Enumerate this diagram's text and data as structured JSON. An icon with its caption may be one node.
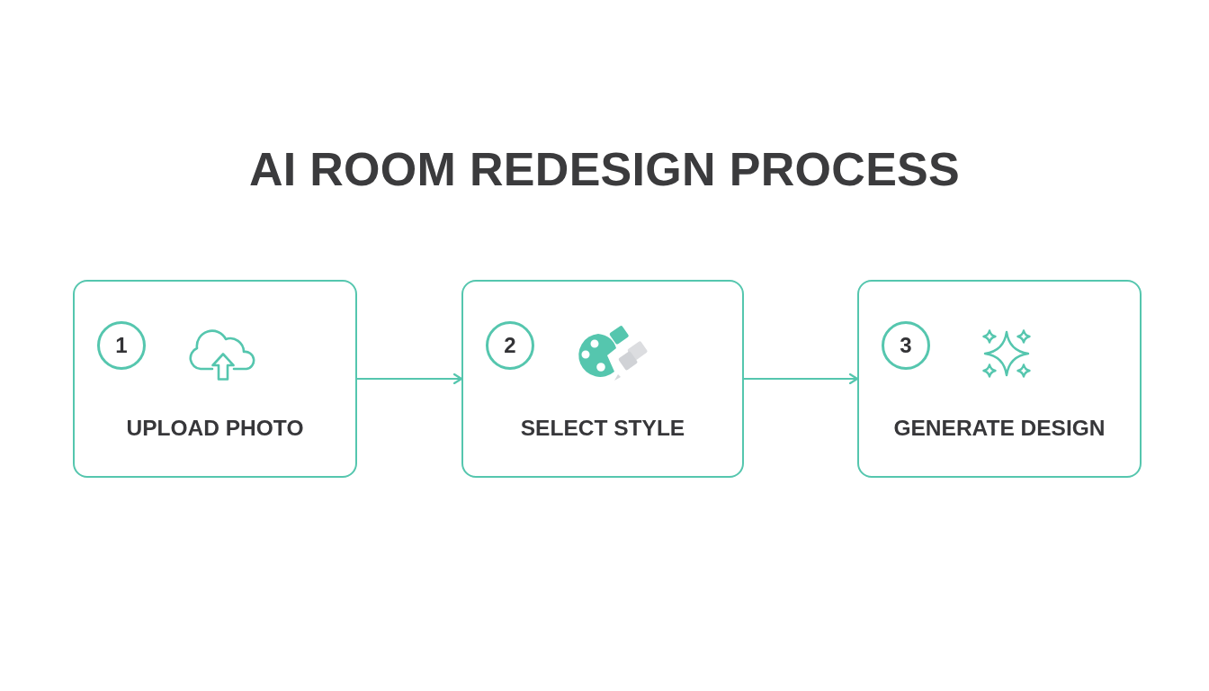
{
  "diagram": {
    "title": "AI ROOM REDESIGN PROCESS",
    "nodes": [
      {
        "text": [
          "UPLOAD PHOTO"
        ]
      },
      {
        "text": [
          "1"
        ],
        "in": 0
      },
      {
        "text": [
          "SELECT STYLE"
        ]
      },
      {
        "text": [
          "2"
        ],
        "in": 2
      },
      {
        "text": [
          "GENERATE DESIGN"
        ]
      },
      {
        "text": [
          "3"
        ],
        "in": 4
      }
    ],
    "edges": [
      {
        "from": 0,
        "to": 2,
        "arrow": "to"
      },
      {
        "from": 2,
        "to": 4,
        "arrow": "to"
      }
    ]
  }
}
